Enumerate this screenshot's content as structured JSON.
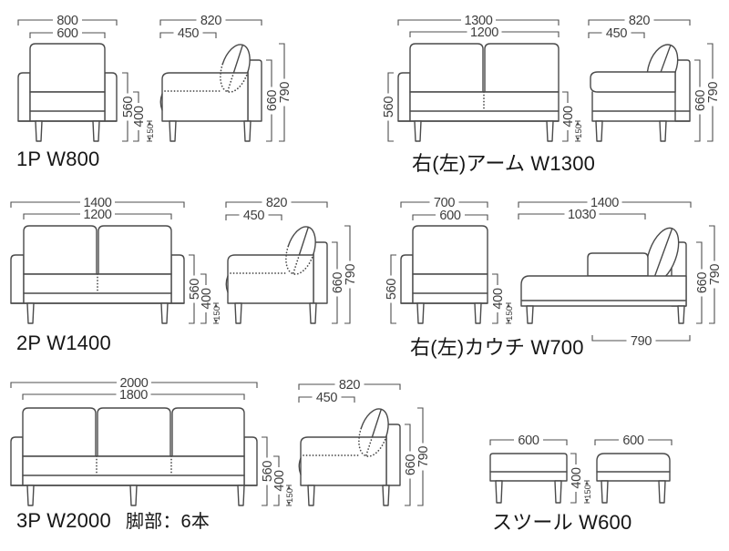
{
  "colors": {
    "line": "#4a4a4a",
    "dim_text": "#3e3e3e",
    "label_text": "#161616",
    "background": "#ffffff"
  },
  "p1": {
    "label": "1P W800",
    "w": "800",
    "wi": "600",
    "arm": "560",
    "seat": "400",
    "leg": "150"
  },
  "side_a": {
    "d": "820",
    "di": "450",
    "back": "660",
    "total": "790"
  },
  "arm13": {
    "label": "右(左)アーム W1300",
    "w": "1300",
    "wi": "1200",
    "arm": "560",
    "seat": "400",
    "leg": "150"
  },
  "side_b": {
    "d": "820",
    "di": "450",
    "back": "660",
    "total": "790"
  },
  "p2": {
    "label": "2P W1400",
    "w": "1400",
    "wi": "1200",
    "arm": "560",
    "seat": "400",
    "leg": "150"
  },
  "side_c": {
    "d": "820",
    "di": "450",
    "back": "660",
    "total": "790"
  },
  "couch": {
    "label": "右(左)カウチ W700",
    "w": "700",
    "wi": "600",
    "arm": "560",
    "seat": "400",
    "leg": "150"
  },
  "chaise": {
    "w": "1400",
    "wi": "1030",
    "back": "660",
    "total": "790",
    "depth": "790"
  },
  "p3": {
    "label": "3P W2000",
    "note": "脚部：6本",
    "w": "2000",
    "wi": "1800",
    "arm": "560",
    "seat": "400",
    "leg": "150"
  },
  "side_d": {
    "d": "820",
    "di": "450",
    "back": "660",
    "total": "790"
  },
  "stool": {
    "label": "スツール W600",
    "w1": "600",
    "w2": "600",
    "seat": "400",
    "leg": "150"
  }
}
